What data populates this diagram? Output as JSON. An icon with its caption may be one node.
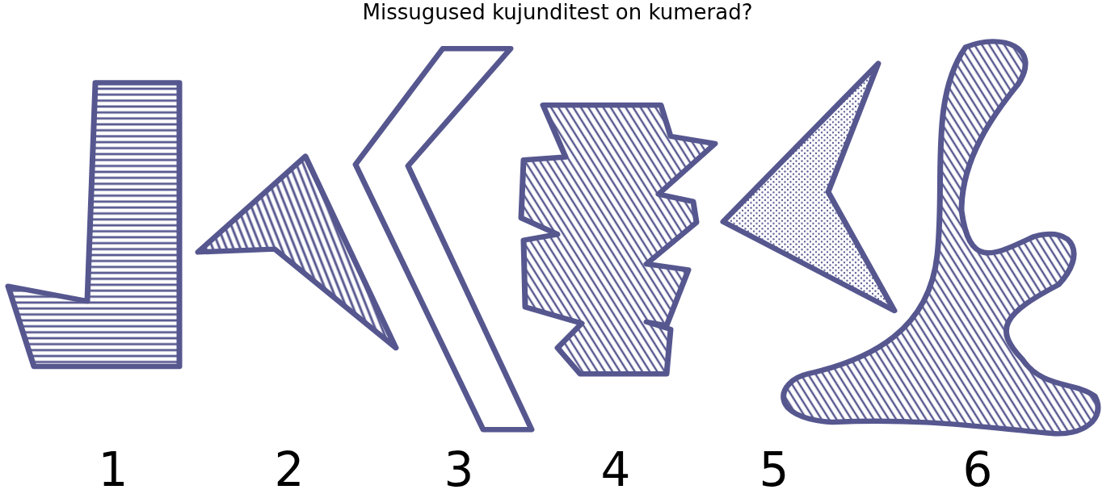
{
  "diagram": {
    "title": "Missugused kujunditest on kumerad?",
    "labels": [
      "1",
      "2",
      "3",
      "4",
      "5",
      "6"
    ]
  }
}
